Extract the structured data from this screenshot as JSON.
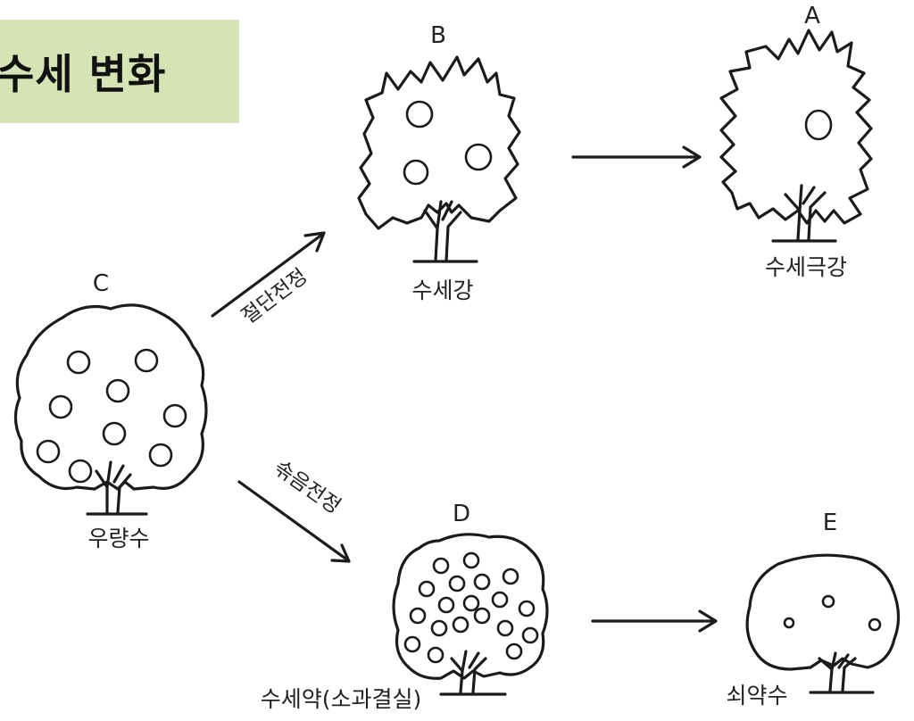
{
  "title": "수세 변화",
  "trees": {
    "A": {
      "letter": "A",
      "label": "수세극강"
    },
    "B": {
      "letter": "B",
      "label": "수세강"
    },
    "C": {
      "letter": "C",
      "label": "우량수"
    },
    "D": {
      "letter": "D",
      "label": "수세약(소과결실)"
    },
    "E": {
      "letter": "E",
      "label": "쇠약수"
    }
  },
  "arrows": {
    "c_to_b": "절단전정",
    "c_to_d": "솎음전정"
  }
}
